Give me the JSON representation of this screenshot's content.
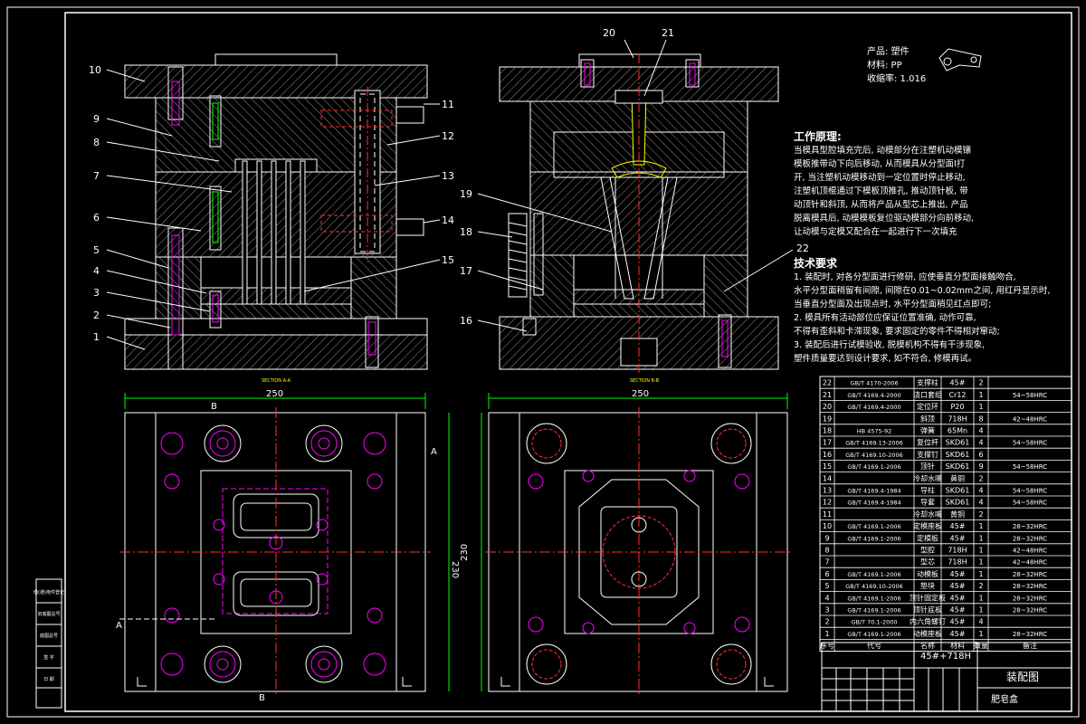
{
  "colors": {
    "background": "#000000",
    "lines": "#ffffff",
    "hatch": "#ffffff",
    "centerline": "#ff3030",
    "magenta": "#ff00ff",
    "yellow": "#ffff00",
    "green": "#00ff00",
    "dim": "#00ff00"
  },
  "product": {
    "line1": "产品: 塑件",
    "line2": "材料: PP",
    "line3": "收缩率: 1.016"
  },
  "balloons": {
    "left": [
      "10",
      "9",
      "8",
      "7",
      "6",
      "5",
      "4",
      "3",
      "2",
      "1"
    ],
    "right_mid": [
      "11",
      "12",
      "13",
      "14",
      "15"
    ],
    "top_b": [
      "20",
      "21"
    ],
    "left_b": [
      "19",
      "18",
      "17",
      "16"
    ],
    "right_b": [
      "22"
    ]
  },
  "section_labels": {
    "a": "SECTION A-A",
    "b": "SECTION B-B"
  },
  "dims": {
    "width_left": "250",
    "width_right": "250",
    "height_left": "230",
    "height_right": "230",
    "cut_a": "A",
    "cut_b": "B"
  },
  "work_principle": {
    "title": "工作原理:",
    "lines": [
      "当模具型腔填充完后, 动模部分在注塑机动模镶",
      "模板推带动下向后移动, 从而模具从分型面I打",
      "开, 当注塑机动模移动到一定位置时停止移动,",
      "注塑机顶棍通过下模板顶推孔, 推动顶针板, 带",
      "动顶针和斜顶, 从而将产品从型芯上推出, 产品",
      "脱离模具后, 动模模板复位驱动模部分向前移动,",
      "让动模与定模又配合在一起进行下一次填充"
    ]
  },
  "tech_req": {
    "title": "技术要求",
    "lines": [
      "1. 装配时, 对各分型面进行修研, 应使垂直分型面接触吻合,",
      "水平分型面稍留有间隙, 间隙在0.01~0.02mm之间, 用红丹显示时,",
      "当垂直分型面及出现点时, 水平分型面稍见红点即可;",
      "2. 模具所有活动部位应保证位置准确, 动作可靠,",
      "不得有歪斜和卡滞现象, 要求固定的零件不得相对窜动;",
      "3. 装配后进行试模验收, 脱模机构不得有干涉现象,",
      "塑件质量要达到设计要求, 如不符合, 修模再试。"
    ]
  },
  "bom": {
    "rows": [
      {
        "no": "22",
        "code": "GB/T 4170-2006",
        "name": "支撑柱",
        "mat": "45#",
        "qty": "2",
        "note": ""
      },
      {
        "no": "21",
        "code": "GB/T 4169.4-2000",
        "name": "浇口套组",
        "mat": "Cr12",
        "qty": "1",
        "note": "54~58HRC"
      },
      {
        "no": "20",
        "code": "GB/T 4169.4-2000",
        "name": "定位环",
        "mat": "P20",
        "qty": "1",
        "note": ""
      },
      {
        "no": "19",
        "code": "",
        "name": "斜顶",
        "mat": "718H",
        "qty": "8",
        "note": "42~48HRC"
      },
      {
        "no": "18",
        "code": "HB 4575-92",
        "name": "弹簧",
        "mat": "65Mn",
        "qty": "4",
        "note": ""
      },
      {
        "no": "17",
        "code": "GB/T 4169.13-2006",
        "name": "复位杆",
        "mat": "SKD61",
        "qty": "4",
        "note": "54~58HRC"
      },
      {
        "no": "16",
        "code": "GB/T 4169.10-2006",
        "name": "支撑钉",
        "mat": "SKD61",
        "qty": "6",
        "note": ""
      },
      {
        "no": "15",
        "code": "GB/T 4169.1-2006",
        "name": "顶针",
        "mat": "SKD61",
        "qty": "9",
        "note": "54~58HRC"
      },
      {
        "no": "14",
        "code": "",
        "name": "冷却水嘴",
        "mat": "黄铜",
        "qty": "2",
        "note": ""
      },
      {
        "no": "13",
        "code": "GB/T 4169.4-1984",
        "name": "导柱",
        "mat": "SKD61",
        "qty": "4",
        "note": "54~58HRC"
      },
      {
        "no": "12",
        "code": "GB/T 4169.4-1984",
        "name": "导套",
        "mat": "SKD61",
        "qty": "4",
        "note": "54~58HRC"
      },
      {
        "no": "11",
        "code": "",
        "name": "冷却水嘴",
        "mat": "黄铜",
        "qty": "2",
        "note": ""
      },
      {
        "no": "10",
        "code": "GB/T 4169.1-2006",
        "name": "定模座板",
        "mat": "45#",
        "qty": "1",
        "note": "28~32HRC"
      },
      {
        "no": "9",
        "code": "GB/T 4169.1-2006",
        "name": "定模板",
        "mat": "45#",
        "qty": "1",
        "note": "28~32HRC"
      },
      {
        "no": "8",
        "code": "",
        "name": "型腔",
        "mat": "718H",
        "qty": "1",
        "note": "42~48HRC"
      },
      {
        "no": "7",
        "code": "",
        "name": "型芯",
        "mat": "718H",
        "qty": "1",
        "note": "42~48HRC"
      },
      {
        "no": "6",
        "code": "GB/T 4169.1-2006",
        "name": "动模板",
        "mat": "45#",
        "qty": "1",
        "note": "28~32HRC"
      },
      {
        "no": "5",
        "code": "GB/T 4169.10-2006",
        "name": "垫块",
        "mat": "45#",
        "qty": "2",
        "note": "28~32HRC"
      },
      {
        "no": "4",
        "code": "GB/T 4169.1-2006",
        "name": "顶针固定板",
        "mat": "45#",
        "qty": "1",
        "note": "28~32HRC"
      },
      {
        "no": "3",
        "code": "GB/T 4169.1-2006",
        "name": "顶针底板",
        "mat": "45#",
        "qty": "1",
        "note": "28~32HRC"
      },
      {
        "no": "2",
        "code": "GB/T 70.1-2000",
        "name": "内六角螺钉",
        "mat": "45#",
        "qty": "4",
        "note": ""
      },
      {
        "no": "1",
        "code": "GB/T 4169.1-2006",
        "name": "动模座板",
        "mat": "45#",
        "qty": "1",
        "note": "28~32HRC"
      }
    ],
    "header": {
      "no": "序号",
      "code": "代号",
      "name": "名称",
      "mat": "材料",
      "qty": "数量",
      "note": "备注"
    }
  },
  "title_block": {
    "material": "45#+718H",
    "drawing_name": "装配图",
    "part_name": "肥皂盒"
  },
  "side_stamp": [
    "借(通)用件登记",
    "旧底图总号",
    "底图总号",
    "签 字",
    "日 期"
  ]
}
